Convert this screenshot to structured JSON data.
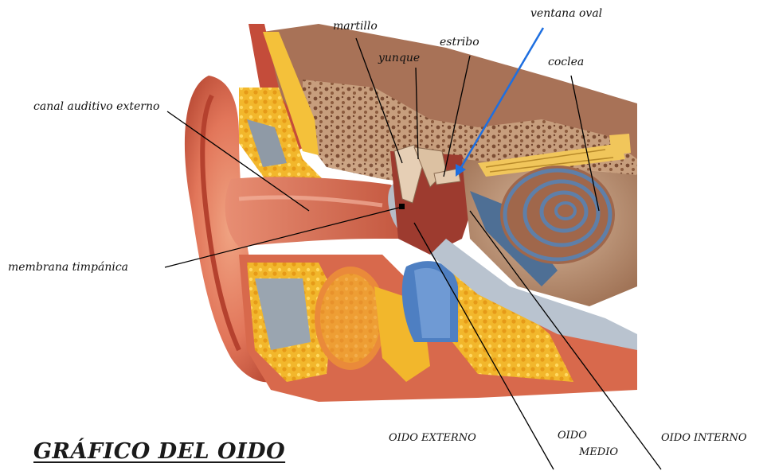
{
  "labels": {
    "martillo": "martillo",
    "yunque": "yunque",
    "estribo": "estribo",
    "ventana_oval": "ventana oval",
    "coclea": "coclea",
    "canal_auditivo_externo": "canal auditivo externo",
    "membrana_timpanica": "membrana timpánica"
  },
  "regions": {
    "oido_externo": "OIDO EXTERNO",
    "oido_medio_1": "OIDO",
    "oido_medio_2": "MEDIO",
    "oido_interno": "OIDO INTERNO"
  },
  "title": "GRÁFICO DEL OIDO",
  "colors": {
    "pointer_line": "#000000",
    "ventana_oval_pointer": "#1e6fe0"
  }
}
